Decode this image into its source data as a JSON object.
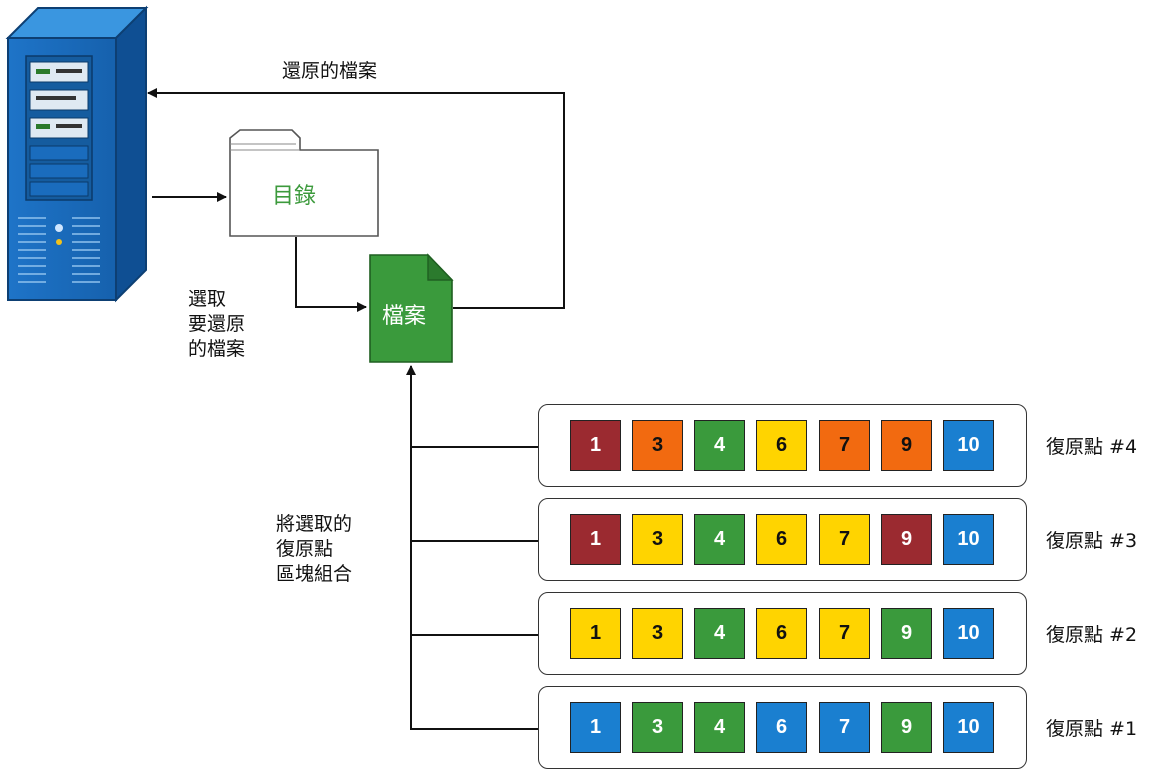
{
  "labels": {
    "restored_file": "還原的檔案",
    "folder": "目錄",
    "file": "檔案",
    "select_lines": [
      "選取",
      "要還原",
      "的檔案"
    ],
    "combine_lines": [
      "將選取的",
      "復原點",
      "區塊組合"
    ]
  },
  "block_colors": {
    "red": "#9b2a30",
    "orange": "#f26a10",
    "green": "#3a9a3c",
    "yellow": "#ffd400",
    "blue": "#1a7fd0"
  },
  "recovery_points": [
    {
      "label": "復原點 #4",
      "blocks": [
        {
          "n": "1",
          "color": "red"
        },
        {
          "n": "3",
          "color": "orange"
        },
        {
          "n": "4",
          "color": "green"
        },
        {
          "n": "6",
          "color": "yellow"
        },
        {
          "n": "7",
          "color": "orange"
        },
        {
          "n": "9",
          "color": "orange"
        },
        {
          "n": "10",
          "color": "blue"
        }
      ]
    },
    {
      "label": "復原點 #3",
      "blocks": [
        {
          "n": "1",
          "color": "red"
        },
        {
          "n": "3",
          "color": "yellow"
        },
        {
          "n": "4",
          "color": "green"
        },
        {
          "n": "6",
          "color": "yellow"
        },
        {
          "n": "7",
          "color": "yellow"
        },
        {
          "n": "9",
          "color": "red"
        },
        {
          "n": "10",
          "color": "blue"
        }
      ]
    },
    {
      "label": "復原點 #2",
      "blocks": [
        {
          "n": "1",
          "color": "yellow"
        },
        {
          "n": "3",
          "color": "yellow"
        },
        {
          "n": "4",
          "color": "green"
        },
        {
          "n": "6",
          "color": "yellow"
        },
        {
          "n": "7",
          "color": "yellow"
        },
        {
          "n": "9",
          "color": "green"
        },
        {
          "n": "10",
          "color": "blue"
        }
      ]
    },
    {
      "label": "復原點 #1",
      "blocks": [
        {
          "n": "1",
          "color": "blue"
        },
        {
          "n": "3",
          "color": "green"
        },
        {
          "n": "4",
          "color": "green"
        },
        {
          "n": "6",
          "color": "blue"
        },
        {
          "n": "7",
          "color": "blue"
        },
        {
          "n": "9",
          "color": "green"
        },
        {
          "n": "10",
          "color": "blue"
        }
      ]
    }
  ]
}
